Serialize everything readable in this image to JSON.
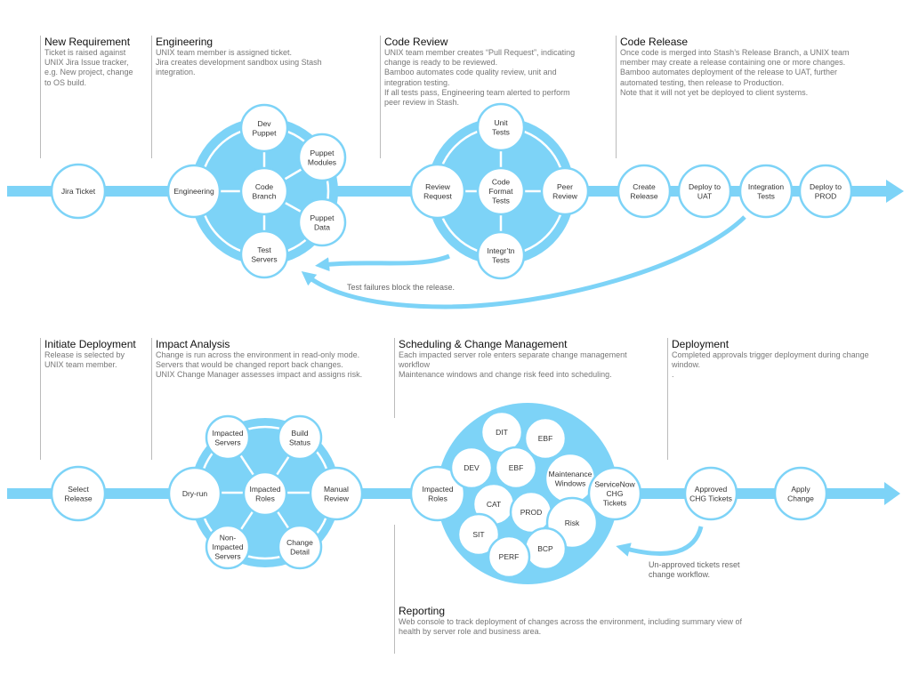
{
  "colors": {
    "accent": "#7dd3f7",
    "node_fill": "#ffffff",
    "text": "#333333",
    "muted": "#777777"
  },
  "sections": {
    "new_requirement": {
      "title": "New Requirement",
      "desc": "Ticket is raised against\nUNIX Jira Issue tracker,\ne.g. New project, change\nto OS build."
    },
    "engineering": {
      "title": "Engineering",
      "desc": "UNIX team member is assigned ticket.\nJira creates development sandbox using Stash\nintegration."
    },
    "code_review": {
      "title": "Code Review",
      "desc": "UNIX team member creates “Pull Request”, indicating\nchange is ready to be reviewed.\nBamboo automates code quality review, unit and\nintegration testing.\nIf all tests pass, Engineering team alerted to perform\npeer review in Stash."
    },
    "code_release": {
      "title": "Code Release",
      "desc": "Once code is merged into Stash’s Release Branch, a UNIX team\nmember may create a release containing one or more changes.\nBamboo automates deployment of the release to UAT, further\nautomated testing, then release to Production.\nNote that it will not yet be deployed to client systems."
    },
    "initiate_deployment": {
      "title": "Initiate Deployment",
      "desc": "Release is selected by\nUNIX team member."
    },
    "impact_analysis": {
      "title": "Impact Analysis",
      "desc": "Change is run across the environment in read-only mode.\nServers that would be changed report back changes.\nUNIX Change Manager assesses impact and assigns risk."
    },
    "scheduling": {
      "title": "Scheduling & Change Management",
      "desc": "Each impacted server role enters separate change management\nworkflow\nMaintenance windows and change risk feed into scheduling."
    },
    "deployment": {
      "title": "Deployment",
      "desc": "Completed approvals trigger deployment during change\nwindow.\n."
    },
    "reporting": {
      "title": "Reporting",
      "desc": "Web console to track deployment of changes across the environment, including summary view of\nhealth by server role and business area."
    }
  },
  "nodes": {
    "jira_ticket": "Jira Ticket",
    "engineering": "Engineering",
    "dev_puppet": "Dev\nPuppet",
    "puppet_modules": "Puppet\nModules",
    "code_branch": "Code\nBranch",
    "puppet_data": "Puppet\nData",
    "test_servers": "Test\nServers",
    "review_request": "Review\nRequest",
    "unit_tests": "Unit\nTests",
    "code_format_tests": "Code\nFormat\nTests",
    "peer_review": "Peer\nReview",
    "integrtn_tests": "Integr’tn\nTests",
    "create_release": "Create\nRelease",
    "deploy_uat": "Deploy to\nUAT",
    "integration_tests": "Integration\nTests",
    "deploy_prod": "Deploy to\nPROD",
    "select_release": "Select\nRelease",
    "dry_run": "Dry-run",
    "impacted_servers": "Impacted\nServers",
    "build_status": "Build\nStatus",
    "impacted_roles_1": "Impacted\nRoles",
    "manual_review": "Manual\nReview",
    "non_impacted_servers": "Non-\nImpacted\nServers",
    "change_detail": "Change\nDetail",
    "impacted_roles_2": "Impacted\nRoles",
    "dit": "DIT",
    "ebf_1": "EBF",
    "dev": "DEV",
    "ebf_2": "EBF",
    "maintenance_windows": "Maintenance\nWindows",
    "cat": "CAT",
    "prod": "PROD",
    "risk": "Risk",
    "sit": "SIT",
    "bcp": "BCP",
    "perf": "PERF",
    "servicenow_chg": "ServiceNow\nCHG\nTickets",
    "approved_chg": "Approved\nCHG Tickets",
    "apply_change": "Apply\nChange"
  },
  "notes": {
    "test_failures": "Test failures block the release.",
    "unapproved": "Un-approved tickets reset\nchange workflow."
  }
}
